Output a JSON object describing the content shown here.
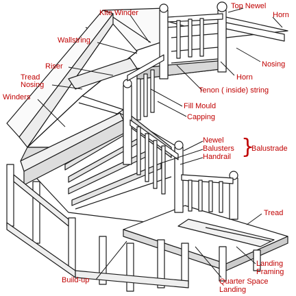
{
  "labels": {
    "kite_winder": "Kite Winder",
    "top_newel": "Top Newel",
    "horn_top": "Horn",
    "wallstring": "Wallstring",
    "nosing_right": "Nosing",
    "riser": "Riser",
    "tread_nosing_1": "Tread",
    "tread_nosing_2": "Nosing",
    "horn_mid": "Horn",
    "tenon_string": "Tenon ( inside) string",
    "winders": "Winders",
    "fill_mould": "Fill Mould",
    "capping": "Capping",
    "newel": "Newel",
    "balusters": "Balusters",
    "handrail": "Handrail",
    "balustrade": "Balustrade",
    "tread": "Tread",
    "landing_framing_1": "Landing",
    "landing_framing_2": "Framing",
    "build_up": "Build-up",
    "quarter_space_1": "Quarter Space",
    "quarter_space_2": "Landing"
  },
  "colors": {
    "label": "#c00000",
    "line": "#1a1a1a",
    "fill": "#ffffff",
    "shade": "#e8e8e8"
  }
}
